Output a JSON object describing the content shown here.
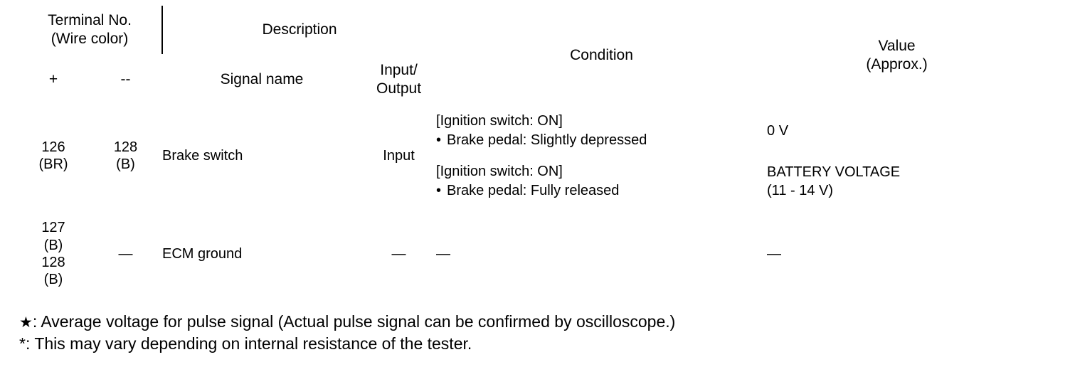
{
  "table": {
    "header": {
      "terminal_no": "Terminal No.",
      "wire_color": "(Wire color)",
      "description": "Description",
      "plus": "+",
      "minus": "--",
      "signal_name": "Signal name",
      "input_output_line1": "Input/",
      "input_output_line2": "Output",
      "condition": "Condition",
      "value_line1": "Value",
      "value_line2": "(Approx.)"
    },
    "rows": [
      {
        "terminal_plus": "126\n(BR)",
        "terminal_minus": "128\n(B)",
        "signal_name": "Brake switch",
        "input_output": "Input",
        "entries": [
          {
            "condition_line1": "[Ignition switch: ON]",
            "condition_bullet": "•",
            "condition_line2": "Brake pedal: Slightly depressed",
            "value_line1": "0 V",
            "value_line2": ""
          },
          {
            "condition_line1": "[Ignition switch: ON]",
            "condition_bullet": "•",
            "condition_line2": "Brake pedal: Fully released",
            "value_line1": "BATTERY VOLTAGE",
            "value_line2": "(11 - 14 V)"
          }
        ]
      },
      {
        "terminal_plus": "127\n(B)\n128\n(B)",
        "terminal_minus": "—",
        "signal_name": "ECM ground",
        "input_output": "—",
        "entries": [
          {
            "condition_line1": "—",
            "condition_bullet": "",
            "condition_line2": "",
            "value_line1": "—",
            "value_line2": ""
          }
        ]
      }
    ]
  },
  "footnotes": [
    {
      "marker": "★",
      "text": ": Average voltage for pulse signal (Actual pulse signal can be confirmed by oscilloscope.)"
    },
    {
      "marker": "*",
      "text": ": This may vary depending on internal resistance of the tester."
    }
  ]
}
